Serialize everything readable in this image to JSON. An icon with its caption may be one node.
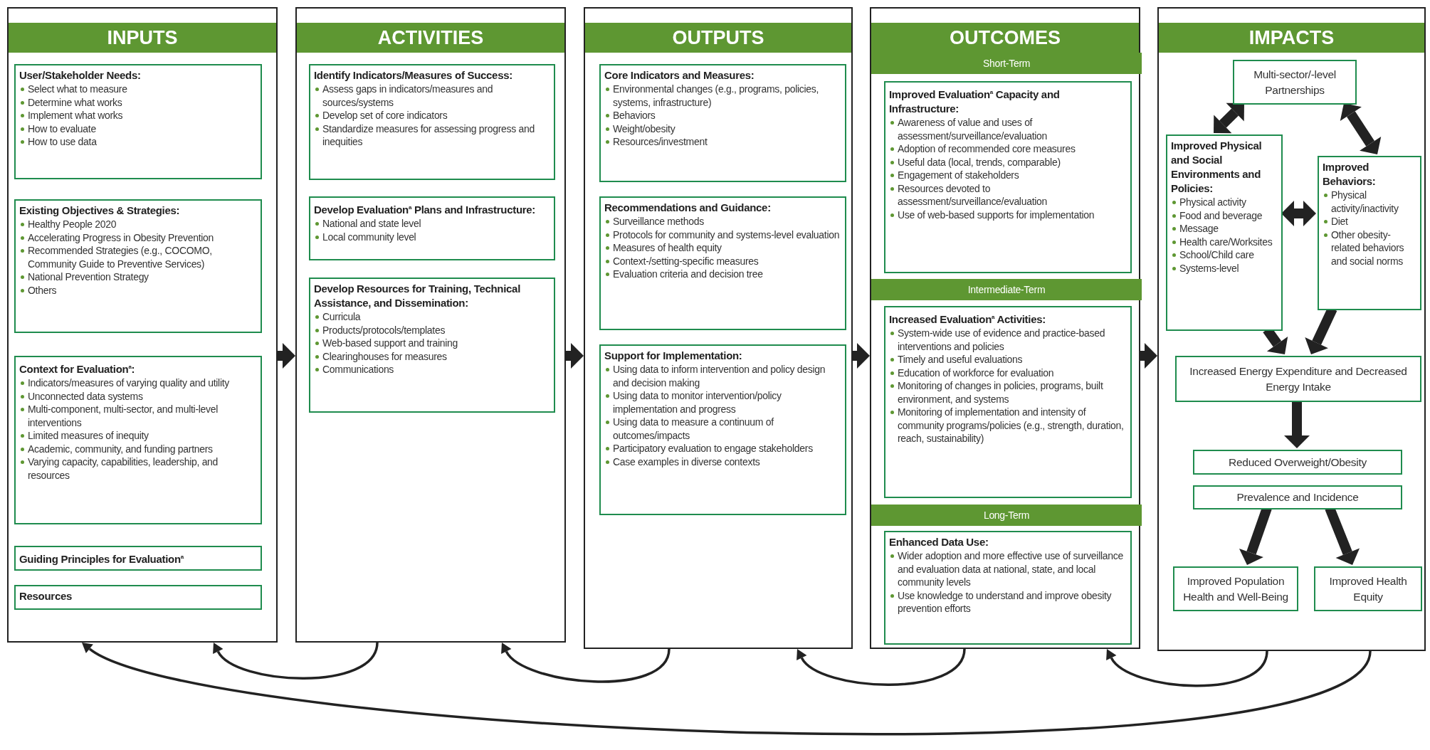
{
  "diagram": {
    "nodes": [
      {
        "text": [
          "INPUTS"
        ]
      },
      {
        "text": [
          "User/Stakeholder Needs:",
          "Select what to measure",
          "Determine what works",
          "Implement what works",
          "How to evaluate",
          "How to use data"
        ],
        "in": 0
      },
      {
        "text": [
          "Existing Objectives & Strategies:",
          "Healthy People 2020",
          "Accelerating Progress in Obesity Prevention",
          "Recommended Strategies (e.g., COCOMO, Community Guide to Preventive Services)",
          "National Prevention Strategy",
          "Others"
        ],
        "in": 0
      },
      {
        "text": [
          "Context for Evaluation$^{a}$:",
          "Indicators/measures of varying quality and utility",
          "Unconnected data systems",
          "Multi-component, multi-sector, and multi-level interventions",
          "Limited measures of inequity",
          "Academic, community, and funding partners",
          "Varying capacity, capabilities, leadership, and resources"
        ],
        "in": 0
      },
      {
        "text": [
          "Guiding Principles for Evaluation$^{a}$"
        ],
        "in": 0
      },
      {
        "text": [
          "Resources"
        ],
        "in": 0
      },
      {
        "text": [
          "ACTIVITIES"
        ]
      },
      {
        "text": [
          "Identify Indicators/Measures of Success:",
          "Assess gaps in indicators/measures and sources/systems",
          "Develop set of core indicators",
          "Standardize measures for assessing progress and inequities"
        ],
        "in": 6
      },
      {
        "text": [
          "Develop Evaluation$^{a}$ Plans and Infrastructure:",
          "National and state level",
          "Local community level"
        ],
        "in": 6
      },
      {
        "text": [
          "Develop Resources for Training, Technical Assistance, and Dissemination:",
          "Curricula",
          "Products/protocols/templates",
          "Web-based support and training",
          "Clearinghouses for measures",
          "Communications"
        ],
        "in": 6
      },
      {
        "text": [
          "OUTPUTS"
        ]
      },
      {
        "text": [
          "Core Indicators and Measures:",
          "Environmental changes (e.g., programs, policies, systems, infrastructure)",
          "Behaviors",
          "Weight/obesity",
          "Resources/investment"
        ],
        "in": 10
      },
      {
        "text": [
          "Recommendations and Guidance:",
          "Surveillance methods",
          "Protocols for community and systems-level evaluation",
          "Measures of health equity",
          "Context-/setting-specific measures",
          "Evaluation criteria and decision tree"
        ],
        "in": 10
      },
      {
        "text": [
          "Support for Implementation:",
          "Using data to inform intervention and policy design and decision making",
          "Using data to monitor intervention/policy implementation and progress",
          "Using data to measure a continuum of outcomes/impacts",
          "Participatory evaluation to engage stakeholders",
          "Case examples in diverse contexts"
        ],
        "in": 10
      },
      {
        "text": [
          "OUTCOMES"
        ]
      },
      {
        "text": [
          "Short-Term"
        ],
        "in": 14
      },
      {
        "text": [
          "Improved Evaluation$^{a}$ Capacity and Infrastructure:",
          "Awareness of value and uses of assessment/surveillance/evaluation",
          "Adoption of recommended core measures",
          "Useful data (local, trends, comparable)",
          "Engagement of stakeholders",
          "Resources devoted to assessment/surveillance/evaluation",
          "Use of web-based supports for implementation"
        ],
        "in": 14
      },
      {
        "text": [
          "Intermediate-Term"
        ],
        "in": 14
      },
      {
        "text": [
          "Increased Evaluation$^{a}$ Activities:",
          "System-wide use of evidence and practice-based interventions and policies",
          "Timely and useful evaluations",
          "Education of workforce for evaluation",
          "Monitoring of changes in policies, programs, built environment, and systems",
          "Monitoring of implementation and intensity of community programs/policies (e.g., strength, duration, reach, sustainability)"
        ],
        "in": 14
      },
      {
        "text": [
          "Long-Term"
        ],
        "in": 14
      },
      {
        "text": [
          "Enhanced Data Use:",
          "Wider adoption and more effective use of surveillance and evaluation data at national, state, and local community levels",
          "Use knowledge to understand and improve obesity prevention efforts"
        ],
        "in": 14
      },
      {
        "text": [
          "IMPACTS"
        ]
      },
      {
        "text": [
          "Multi-sector/-level Partnerships"
        ],
        "in": 21
      },
      {
        "text": [
          "Improved Physical and Social Environments and Policies:",
          "Physical activity",
          "Food and beverage",
          "Message",
          "Health care/Worksites",
          "School/Child care",
          "Systems-level"
        ],
        "in": 21
      },
      {
        "text": [
          "Improved Behaviors:",
          "Physical activity/inactivity",
          "Diet",
          "Other obesity-related behaviors and social norms"
        ],
        "in": 21
      },
      {
        "text": [
          "Increased Energy Expenditure and Decreased Energy Intake"
        ],
        "in": 21
      },
      {
        "text": [
          "Reduced Overweight/Obesity"
        ],
        "in": 21
      },
      {
        "text": [
          "Prevalence and Incidence"
        ],
        "in": 21
      },
      {
        "text": [
          "Improved Population Health and Well-Being"
        ],
        "in": 21
      },
      {
        "text": [
          "Improved Health Equity"
        ],
        "in": 21
      }
    ],
    "edges": [
      {
        "from": 0,
        "to": 6,
        "arrow": "to"
      },
      {
        "from": 6,
        "to": 10,
        "arrow": "to"
      },
      {
        "from": 10,
        "to": 14,
        "arrow": "to"
      },
      {
        "from": 14,
        "to": 21,
        "arrow": "to"
      },
      {
        "from": 22,
        "to": 23,
        "arrow": "both"
      },
      {
        "from": 22,
        "to": 24,
        "arrow": "both"
      },
      {
        "from": 23,
        "to": 24,
        "arrow": "both"
      },
      {
        "from": 23,
        "to": 25,
        "arrow": "to"
      },
      {
        "from": 24,
        "to": 25,
        "arrow": "to"
      },
      {
        "from": 25,
        "to": 26,
        "arrow": "to"
      },
      {
        "from": 27,
        "to": 28,
        "arrow": "to"
      },
      {
        "from": 27,
        "to": 29,
        "arrow": "to"
      },
      {
        "from": 6,
        "to": 0,
        "arrow": "to"
      },
      {
        "from": 10,
        "to": 6,
        "arrow": "to"
      },
      {
        "from": 14,
        "to": 10,
        "arrow": "to"
      },
      {
        "from": 21,
        "to": 14,
        "arrow": "to"
      },
      {
        "from": 21,
        "to": 0,
        "arrow": "to"
      }
    ]
  }
}
